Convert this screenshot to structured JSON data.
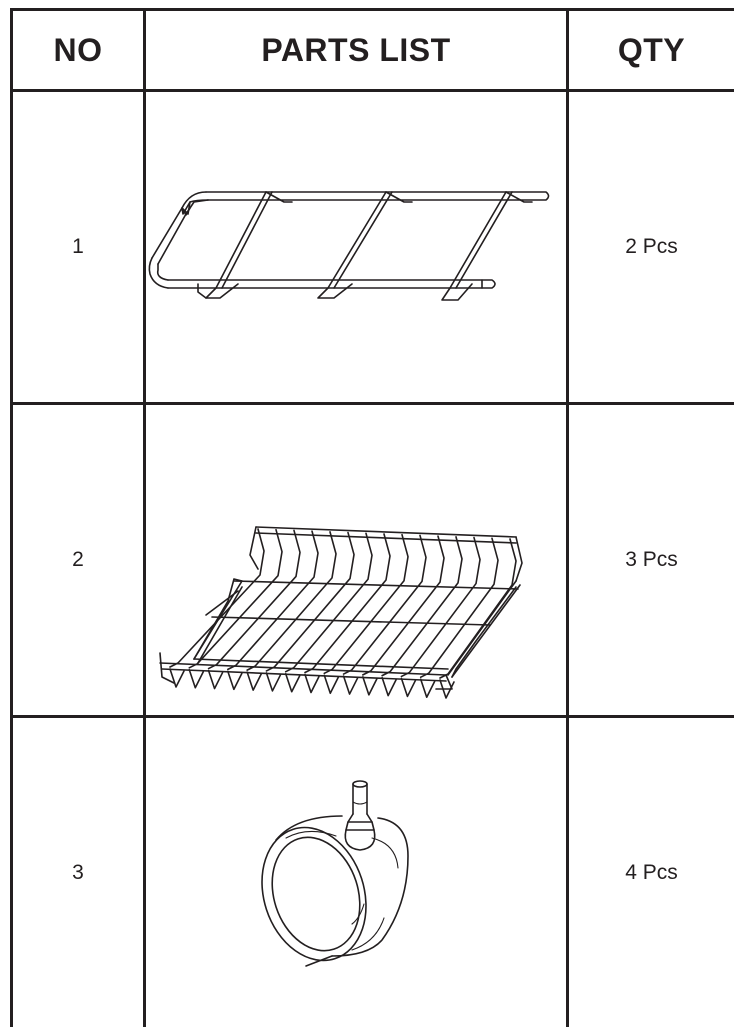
{
  "table": {
    "headers": {
      "no": "NO",
      "parts_list": "PARTS LIST",
      "qty": "QTY"
    },
    "rows": [
      {
        "no": "1",
        "part": "side-rail-frame",
        "qty": "2 Pcs"
      },
      {
        "no": "2",
        "part": "wire-shelf-basket",
        "qty": "3 Pcs"
      },
      {
        "no": "3",
        "part": "caster-wheel",
        "qty": "4 Pcs"
      }
    ]
  },
  "colors": {
    "ink": "#231f20",
    "background": "#ffffff"
  }
}
